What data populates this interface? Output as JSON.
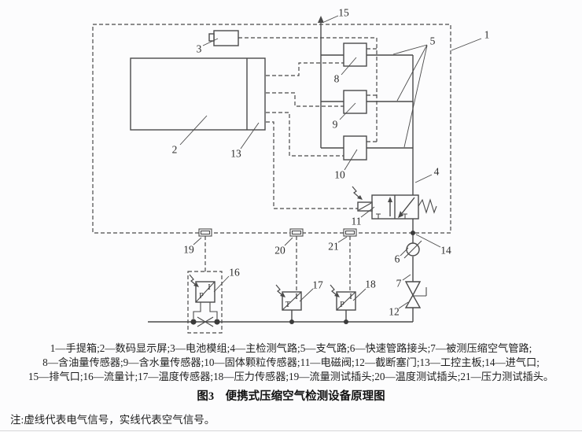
{
  "figure": {
    "caption_lines": [
      "1—手提箱;2—数码显示屏;3—电池模组;4—主检测气路;5—支气路;6—快速管路接头;7—被测压缩空气管路;",
      "8—含油量传感器;9—含水量传感器;10—固体颗粒传感器;11—电磁阀;12—截断塞门;13—工控主板;14—进气口;",
      "15—排气口;16—流量计;17—温度传感器;18—压力传感器;19—流量测试插头;20—温度测试插头;21—压力测试插头。"
    ],
    "title": "图3　便携式压缩空气检测设备原理图",
    "note": "注:虚线代表电气信号，实线代表空气信号。"
  },
  "diagram": {
    "labels": {
      "l1": "1",
      "l2": "2",
      "l3": "3",
      "l4": "4",
      "l5": "5",
      "l6": "6",
      "l7": "7",
      "l8": "8",
      "l9": "9",
      "l10": "10",
      "l11": "11",
      "l12": "12",
      "l13": "13",
      "l14": "14",
      "l15": "15",
      "l16": "16",
      "l17": "17",
      "l18": "18",
      "l19": "19",
      "l20": "20",
      "l21": "21"
    },
    "component_letters": {
      "flow_p": "P",
      "flow_i": "I",
      "temp_t": "T",
      "temp_i": "I",
      "press_p": "P",
      "press_i": "I"
    },
    "colors": {
      "line": "#4a4a4a",
      "text": "#2b2b2b",
      "background": "#fcfcfd"
    }
  }
}
